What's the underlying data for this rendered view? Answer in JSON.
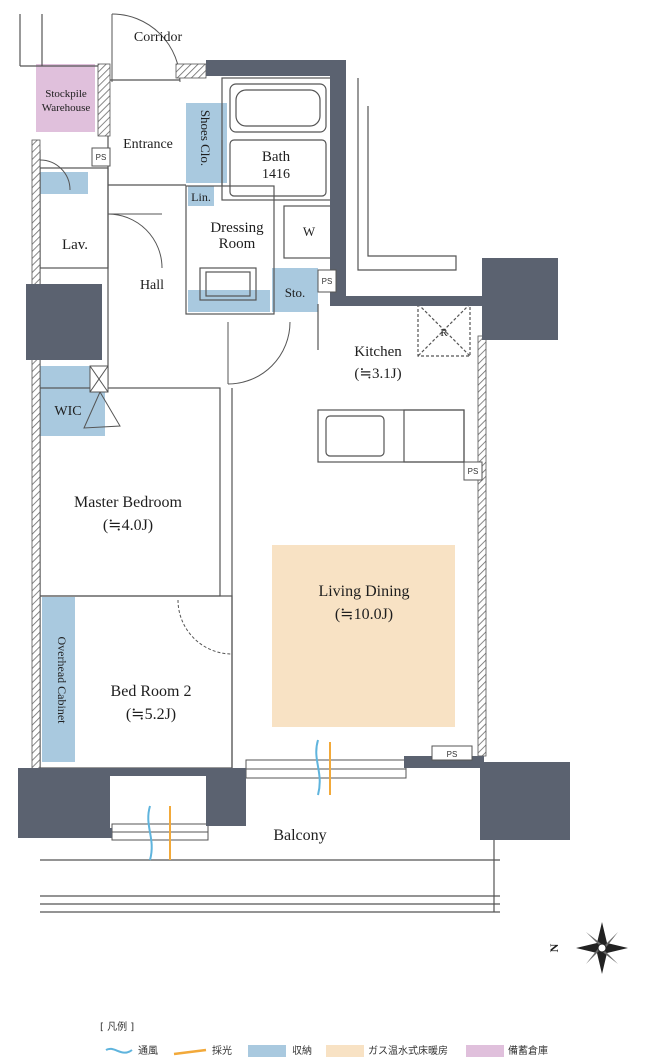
{
  "rooms": {
    "corridor": "Corridor",
    "stockpile": [
      "Stockpile",
      "Warehouse"
    ],
    "entrance": "Entrance",
    "shoes_clo": "Shoes Clo.",
    "bath": "Bath",
    "bath_size": "1416",
    "lin": "Lin.",
    "dressing": [
      "Dressing",
      "Room"
    ],
    "washer": "W",
    "lav": "Lav.",
    "hall": "Hall",
    "sto": "Sto.",
    "kitchen": "Kitchen",
    "kitchen_size": "(≒3.1J)",
    "refrigerator": "R",
    "wic": "WIC",
    "master_bedroom": "Master Bedroom",
    "master_size": "(≒4.0J)",
    "living_dining": "Living Dining",
    "living_size": "(≒10.0J)",
    "overhead_cabinet": "Overhead Cabinet",
    "bedroom2": "Bed Room 2",
    "bedroom2_size": "(≒5.2J)",
    "balcony": "Balcony",
    "ps": "PS"
  },
  "compass": {
    "north": "N"
  },
  "legend": {
    "title": "[ 凡例 ]",
    "items": [
      "通風",
      "採光",
      "収納",
      "ガス温水式床暖房",
      "備蓄倉庫"
    ]
  },
  "colors": {
    "wall": "#5b6270",
    "storage": "#a9c9df",
    "floor_heating": "#f8e2c4",
    "stockpile": "#e0c0dc",
    "ventilation": "#5fb4dd",
    "daylight": "#f2a93a",
    "line": "#555555"
  }
}
